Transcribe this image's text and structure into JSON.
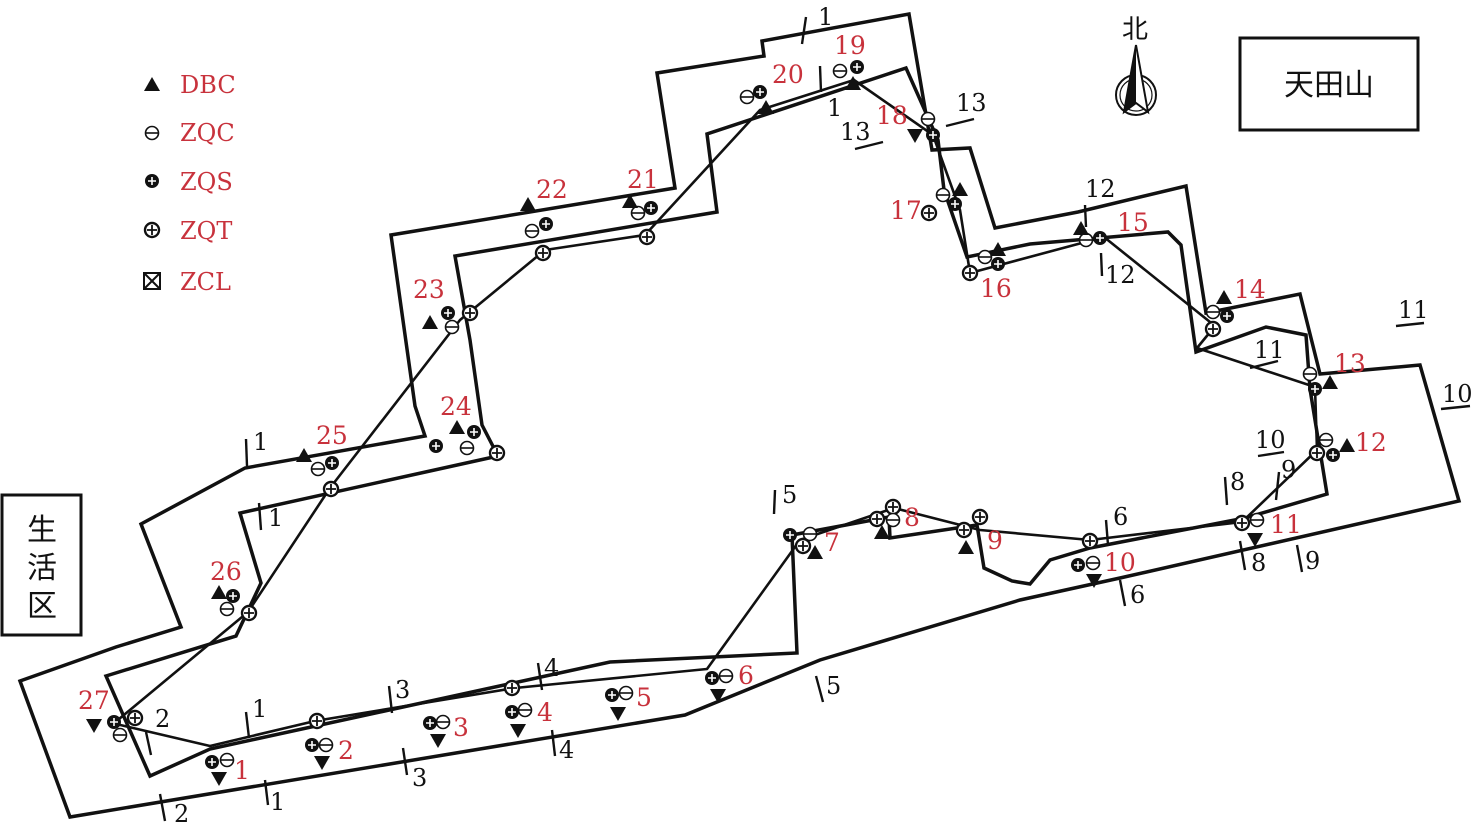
{
  "north": "北",
  "areas": {
    "tianshan": "天田山",
    "living": [
      "生",
      "活",
      "区"
    ]
  },
  "legend": [
    {
      "symbol": "DBC",
      "label": "DBC"
    },
    {
      "symbol": "ZQC",
      "label": "ZQC"
    },
    {
      "symbol": "ZQS",
      "label": "ZQS"
    },
    {
      "symbol": "ZQT",
      "label": "ZQT"
    },
    {
      "symbol": "ZCL",
      "label": "ZCL"
    }
  ],
  "stations": [
    "1",
    "2",
    "3",
    "4",
    "5",
    "6",
    "7",
    "8",
    "9",
    "10",
    "11",
    "12",
    "13",
    "14",
    "15",
    "16",
    "17",
    "18",
    "19",
    "20",
    "21",
    "22",
    "23",
    "24",
    "25",
    "26",
    "27"
  ],
  "sections": {
    "s1a": "1",
    "s1b": "1",
    "s1c": "1",
    "s1d": "1",
    "s1e": "1",
    "s1f": "1",
    "s2a": "2",
    "s2b": "2",
    "s3a": "3",
    "s3b": "3",
    "s4a": "4",
    "s4b": "4",
    "s5a": "5",
    "s5b": "5",
    "s6a": "6",
    "s6b": "6",
    "s8a": "8",
    "s8b": "8",
    "s9a": "9",
    "s9b": "9",
    "s10a": "10",
    "s10b": "10",
    "s11a": "11",
    "s11b": "11",
    "s12a": "12",
    "s12b": "12",
    "s13a": "13",
    "s13b": "13"
  },
  "colors": {
    "label_red": "#c8323c",
    "line": "#111111"
  }
}
